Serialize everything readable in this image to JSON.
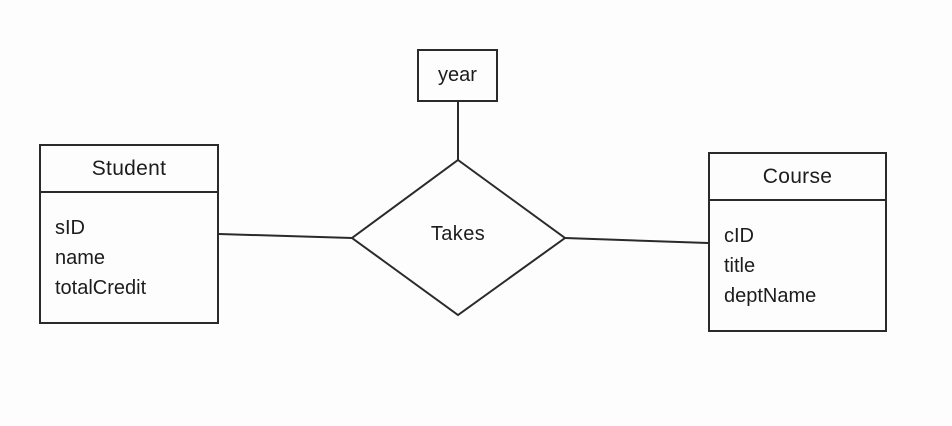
{
  "colors": {
    "line": "#2a2a2a",
    "text": "#1c1c1c",
    "background": "#fdfdfd"
  },
  "diagram_type": "entity-relationship",
  "entities": [
    {
      "name": "Student",
      "attributes": [
        "sID",
        "name",
        "totalCredit"
      ]
    },
    {
      "name": "Course",
      "attributes": [
        "cID",
        "title",
        "deptName"
      ]
    }
  ],
  "relationship": {
    "name": "Takes"
  },
  "descriptive_attribute": {
    "name": "year"
  }
}
